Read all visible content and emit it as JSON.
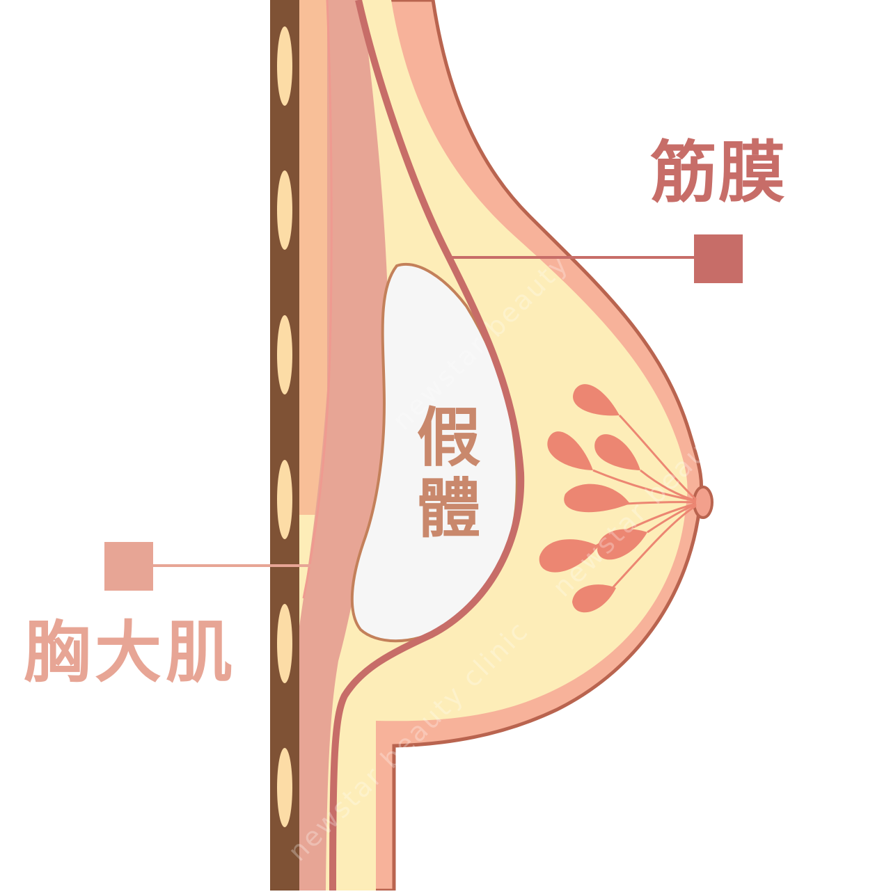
{
  "diagram": {
    "type": "anatomical-cross-section",
    "subject": "breast implant placement under fascia (subfascial)",
    "labels": {
      "fascia": "筋膜",
      "implant": "假體",
      "pectoralis_major": "胸大肌"
    },
    "watermark_text": "newstar beauty clinic",
    "colors": {
      "background": "#ffffff",
      "rib_wall": "#7f5235",
      "rib_bones": "#fcdca6",
      "chest_outer_layer": "#f8bf98",
      "pectoralis_muscle": "#e7a595",
      "fat_tissue": "#fdedb8",
      "skin_layer": "#f7b29a",
      "fascia_line": "#c76d68",
      "skin_outline": "#b9644f",
      "implant_fill": "#f6f6f6",
      "implant_outline": "#c3805a",
      "glands": "#ec8672",
      "nipple": "#f2a08c",
      "fascia_label": "#c76d68",
      "muscle_label": "#e7a595",
      "implant_label": "#c9886c"
    },
    "callouts": [
      {
        "id": "fascia",
        "label_key": "fascia",
        "marker_color": "#c76d68"
      },
      {
        "id": "pectoralis_major",
        "label_key": "pectoralis_major",
        "marker_color": "#e7a595"
      }
    ]
  }
}
